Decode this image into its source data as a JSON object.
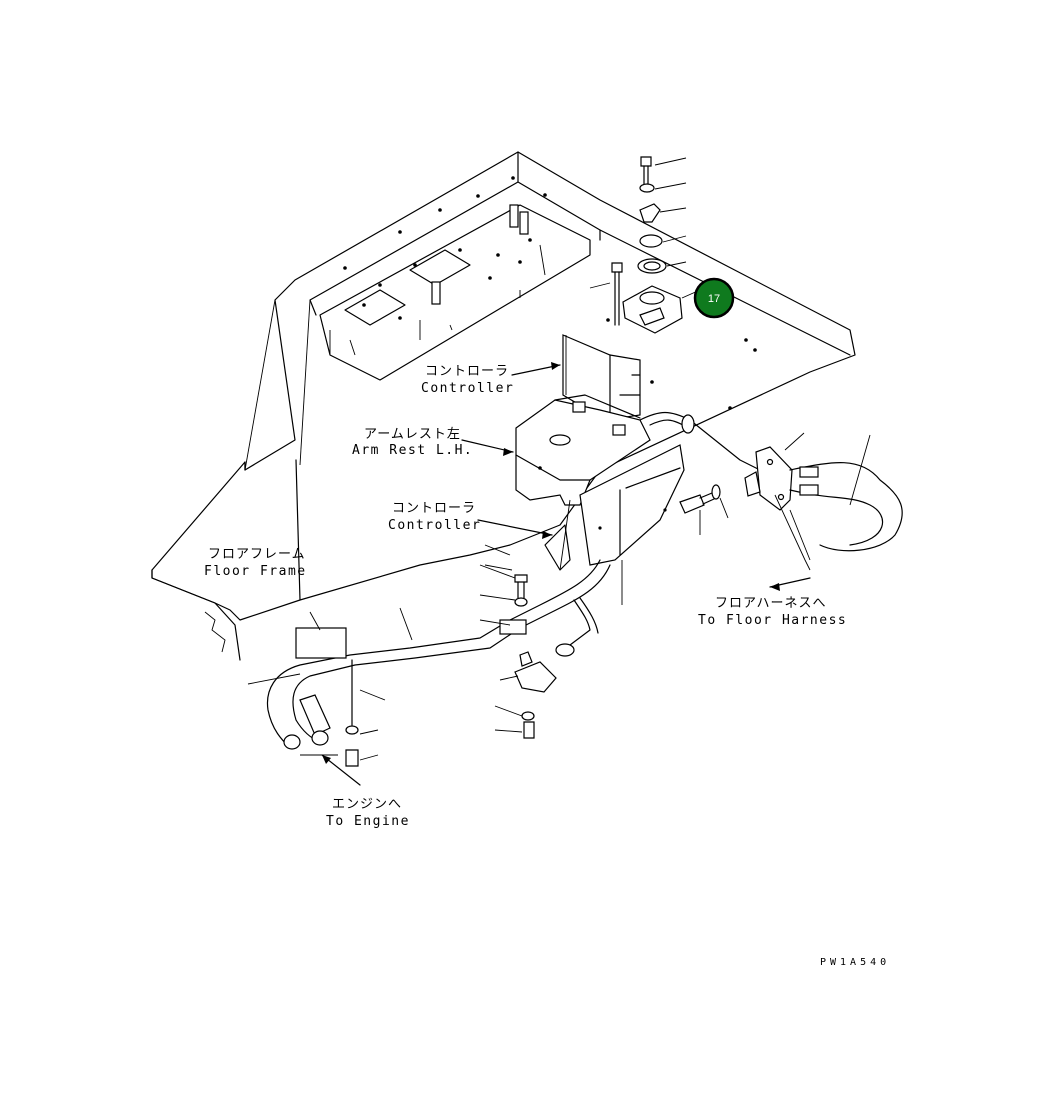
{
  "labels": {
    "controller_upper_jp": "コントローラ",
    "controller_upper_en": "Controller",
    "armrest_jp": "アームレスト左",
    "armrest_en": "Arm Rest L.H.",
    "controller_lower_jp": "コントローラ",
    "controller_lower_en": "Controller",
    "floor_frame_jp": "フロアフレーム",
    "floor_frame_en": "Floor Frame",
    "floor_harness_jp": "フロアハーネスへ",
    "floor_harness_en": "To Floor Harness",
    "engine_jp": "エンジンへ",
    "engine_en": "To Engine"
  },
  "callout": {
    "number": "17",
    "color": "#0f7a1e",
    "border": "#000000"
  },
  "drawing_code": "PW1A540"
}
